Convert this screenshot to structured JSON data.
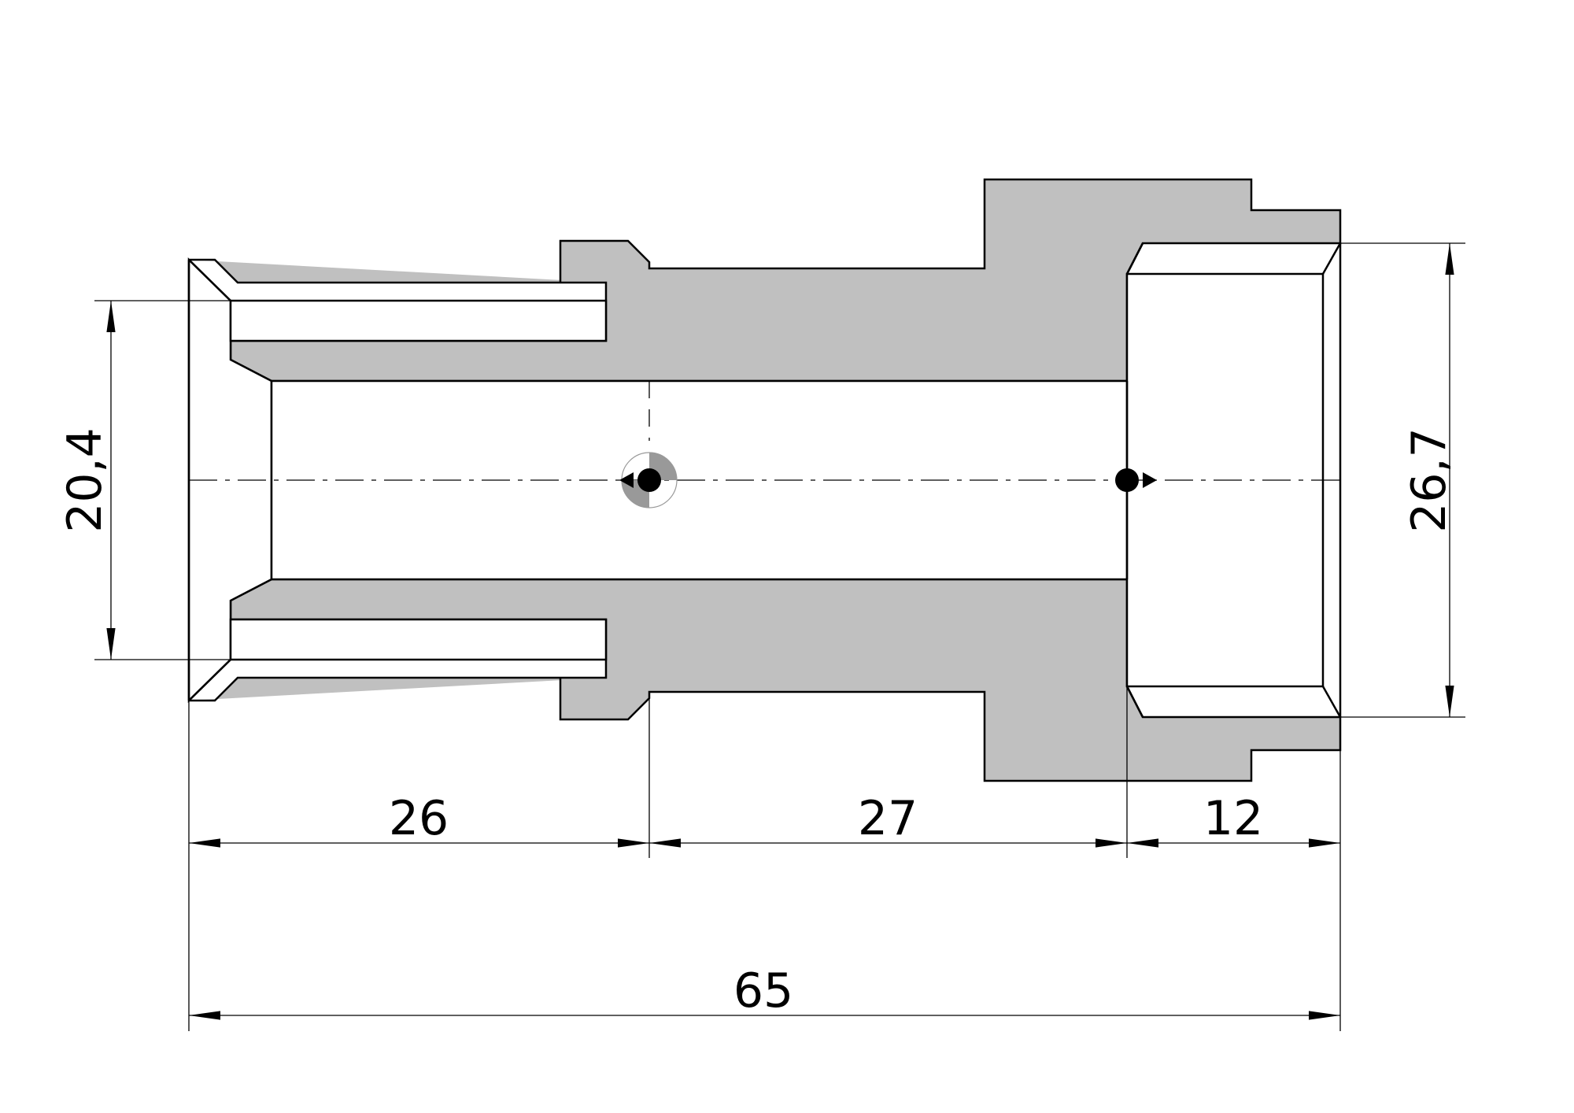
{
  "drawing": {
    "type": "technical cross-section",
    "colors": {
      "section_fill": "#c0c0c0",
      "bore_fill": "#ffffff",
      "line": "#000000",
      "marker_shade": "#999999"
    },
    "dimensions": {
      "inner_diameter_left": "20,4",
      "outer_diameter_right": "26,7",
      "segment_1": "26",
      "segment_2": "27",
      "segment_3": "12",
      "overall_length": "65"
    }
  }
}
